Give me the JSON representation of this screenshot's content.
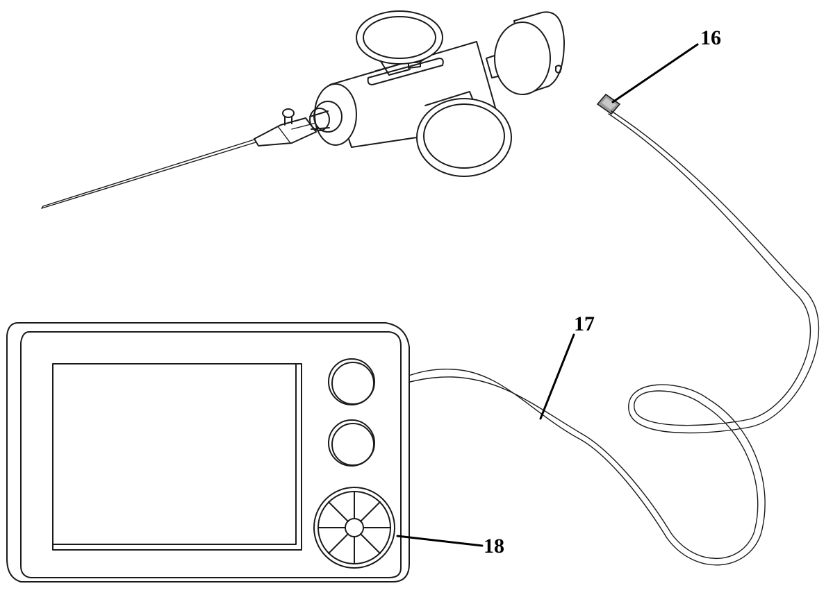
{
  "reference_labels": {
    "sensor_tip": "16",
    "cable": "17",
    "control_dial": "18"
  },
  "components": [
    "needle-injector",
    "sensor-tip",
    "cable",
    "display-unit"
  ]
}
